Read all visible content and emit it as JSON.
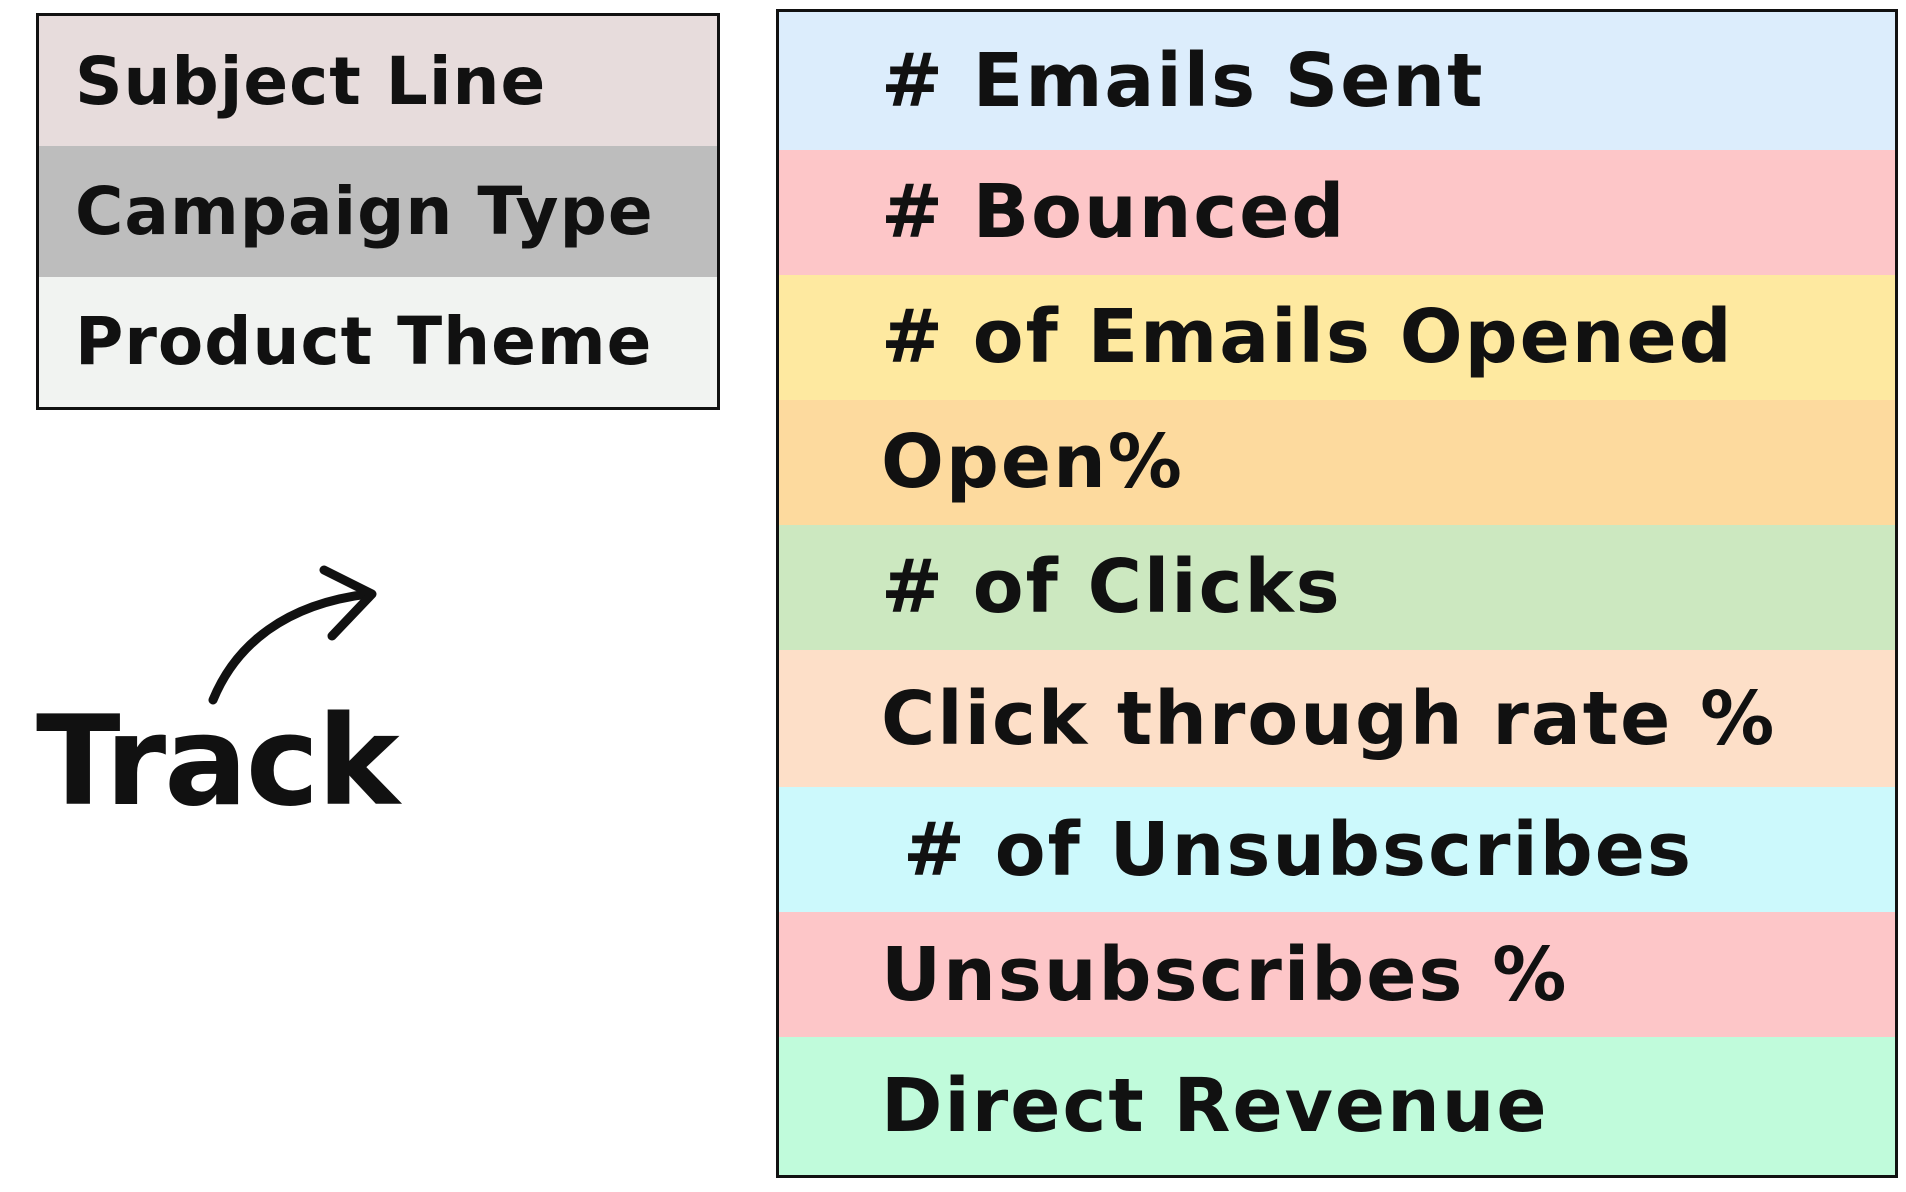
{
  "dimensions": {
    "items": [
      {
        "label": "Subject Line",
        "color": "#e7dcdc"
      },
      {
        "label": "Campaign Type",
        "color": "#bdbdbd"
      },
      {
        "label": "Product Theme",
        "color": "#f1f3f1"
      }
    ]
  },
  "track": {
    "label": "Track",
    "icon": "curved-arrow-icon"
  },
  "metrics": {
    "items": [
      {
        "label": "# Emails Sent",
        "color": "#dcedfc"
      },
      {
        "label": "# Bounced",
        "color": "#fdc6c8"
      },
      {
        "label": "# of Emails Opened",
        "color": "#fee9a0"
      },
      {
        "label": "Open%",
        "color": "#fdda9e"
      },
      {
        "label": "# of Clicks",
        "color": "#cce8c0"
      },
      {
        "label": "Click through rate %",
        "color": "#fddfc8"
      },
      {
        "label": "# of Unsubscribes",
        "color": "#ccf9fc"
      },
      {
        "label": "Unsubscribes %",
        "color": "#fdc6c8"
      },
      {
        "label": "Direct Revenue",
        "color": "#c0fbdb"
      }
    ]
  }
}
